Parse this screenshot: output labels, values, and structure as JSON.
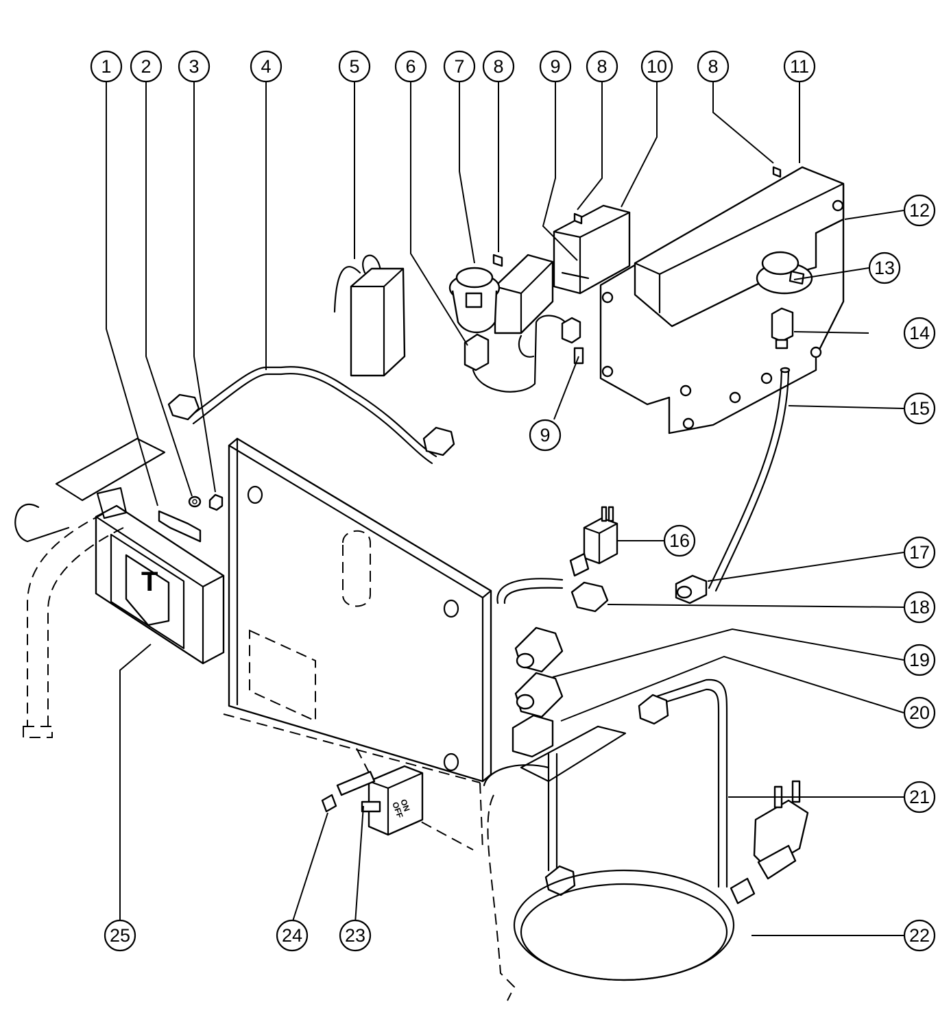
{
  "callouts": [
    {
      "id": "c1",
      "label": "1"
    },
    {
      "id": "c2",
      "label": "2"
    },
    {
      "id": "c3",
      "label": "3"
    },
    {
      "id": "c4",
      "label": "4"
    },
    {
      "id": "c5",
      "label": "5"
    },
    {
      "id": "c6",
      "label": "6"
    },
    {
      "id": "c7",
      "label": "7"
    },
    {
      "id": "c8a",
      "label": "8"
    },
    {
      "id": "c9a",
      "label": "9"
    },
    {
      "id": "c8b",
      "label": "8"
    },
    {
      "id": "c10",
      "label": "10"
    },
    {
      "id": "c8c",
      "label": "8"
    },
    {
      "id": "c11",
      "label": "11"
    },
    {
      "id": "c12",
      "label": "12"
    },
    {
      "id": "c13",
      "label": "13"
    },
    {
      "id": "c14",
      "label": "14"
    },
    {
      "id": "c15",
      "label": "15"
    },
    {
      "id": "c9b",
      "label": "9"
    },
    {
      "id": "c16",
      "label": "16"
    },
    {
      "id": "c17",
      "label": "17"
    },
    {
      "id": "c18",
      "label": "18"
    },
    {
      "id": "c19",
      "label": "19"
    },
    {
      "id": "c20",
      "label": "20"
    },
    {
      "id": "c21",
      "label": "21"
    },
    {
      "id": "c22",
      "label": "22"
    },
    {
      "id": "c23",
      "label": "23"
    },
    {
      "id": "c24",
      "label": "24"
    },
    {
      "id": "c25",
      "label": "25"
    }
  ],
  "switch": {
    "on_label": "ON",
    "off_label": "OFF"
  },
  "logo": {
    "letter": "T"
  }
}
